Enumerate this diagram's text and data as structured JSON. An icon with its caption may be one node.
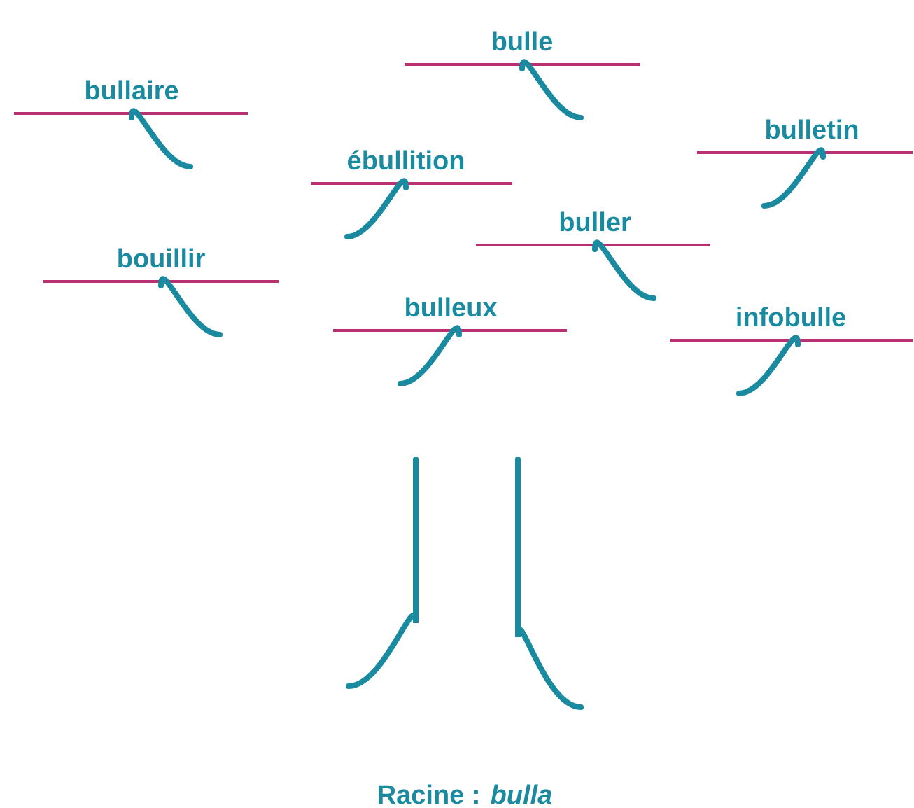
{
  "diagram": {
    "caption": "Racine : *bulla*",
    "labels": [
      "bulle",
      "bullaire",
      "ébullition",
      "bulletin",
      "buller",
      "bouillir",
      "bulleux",
      "infobulle"
    ]
  }
}
